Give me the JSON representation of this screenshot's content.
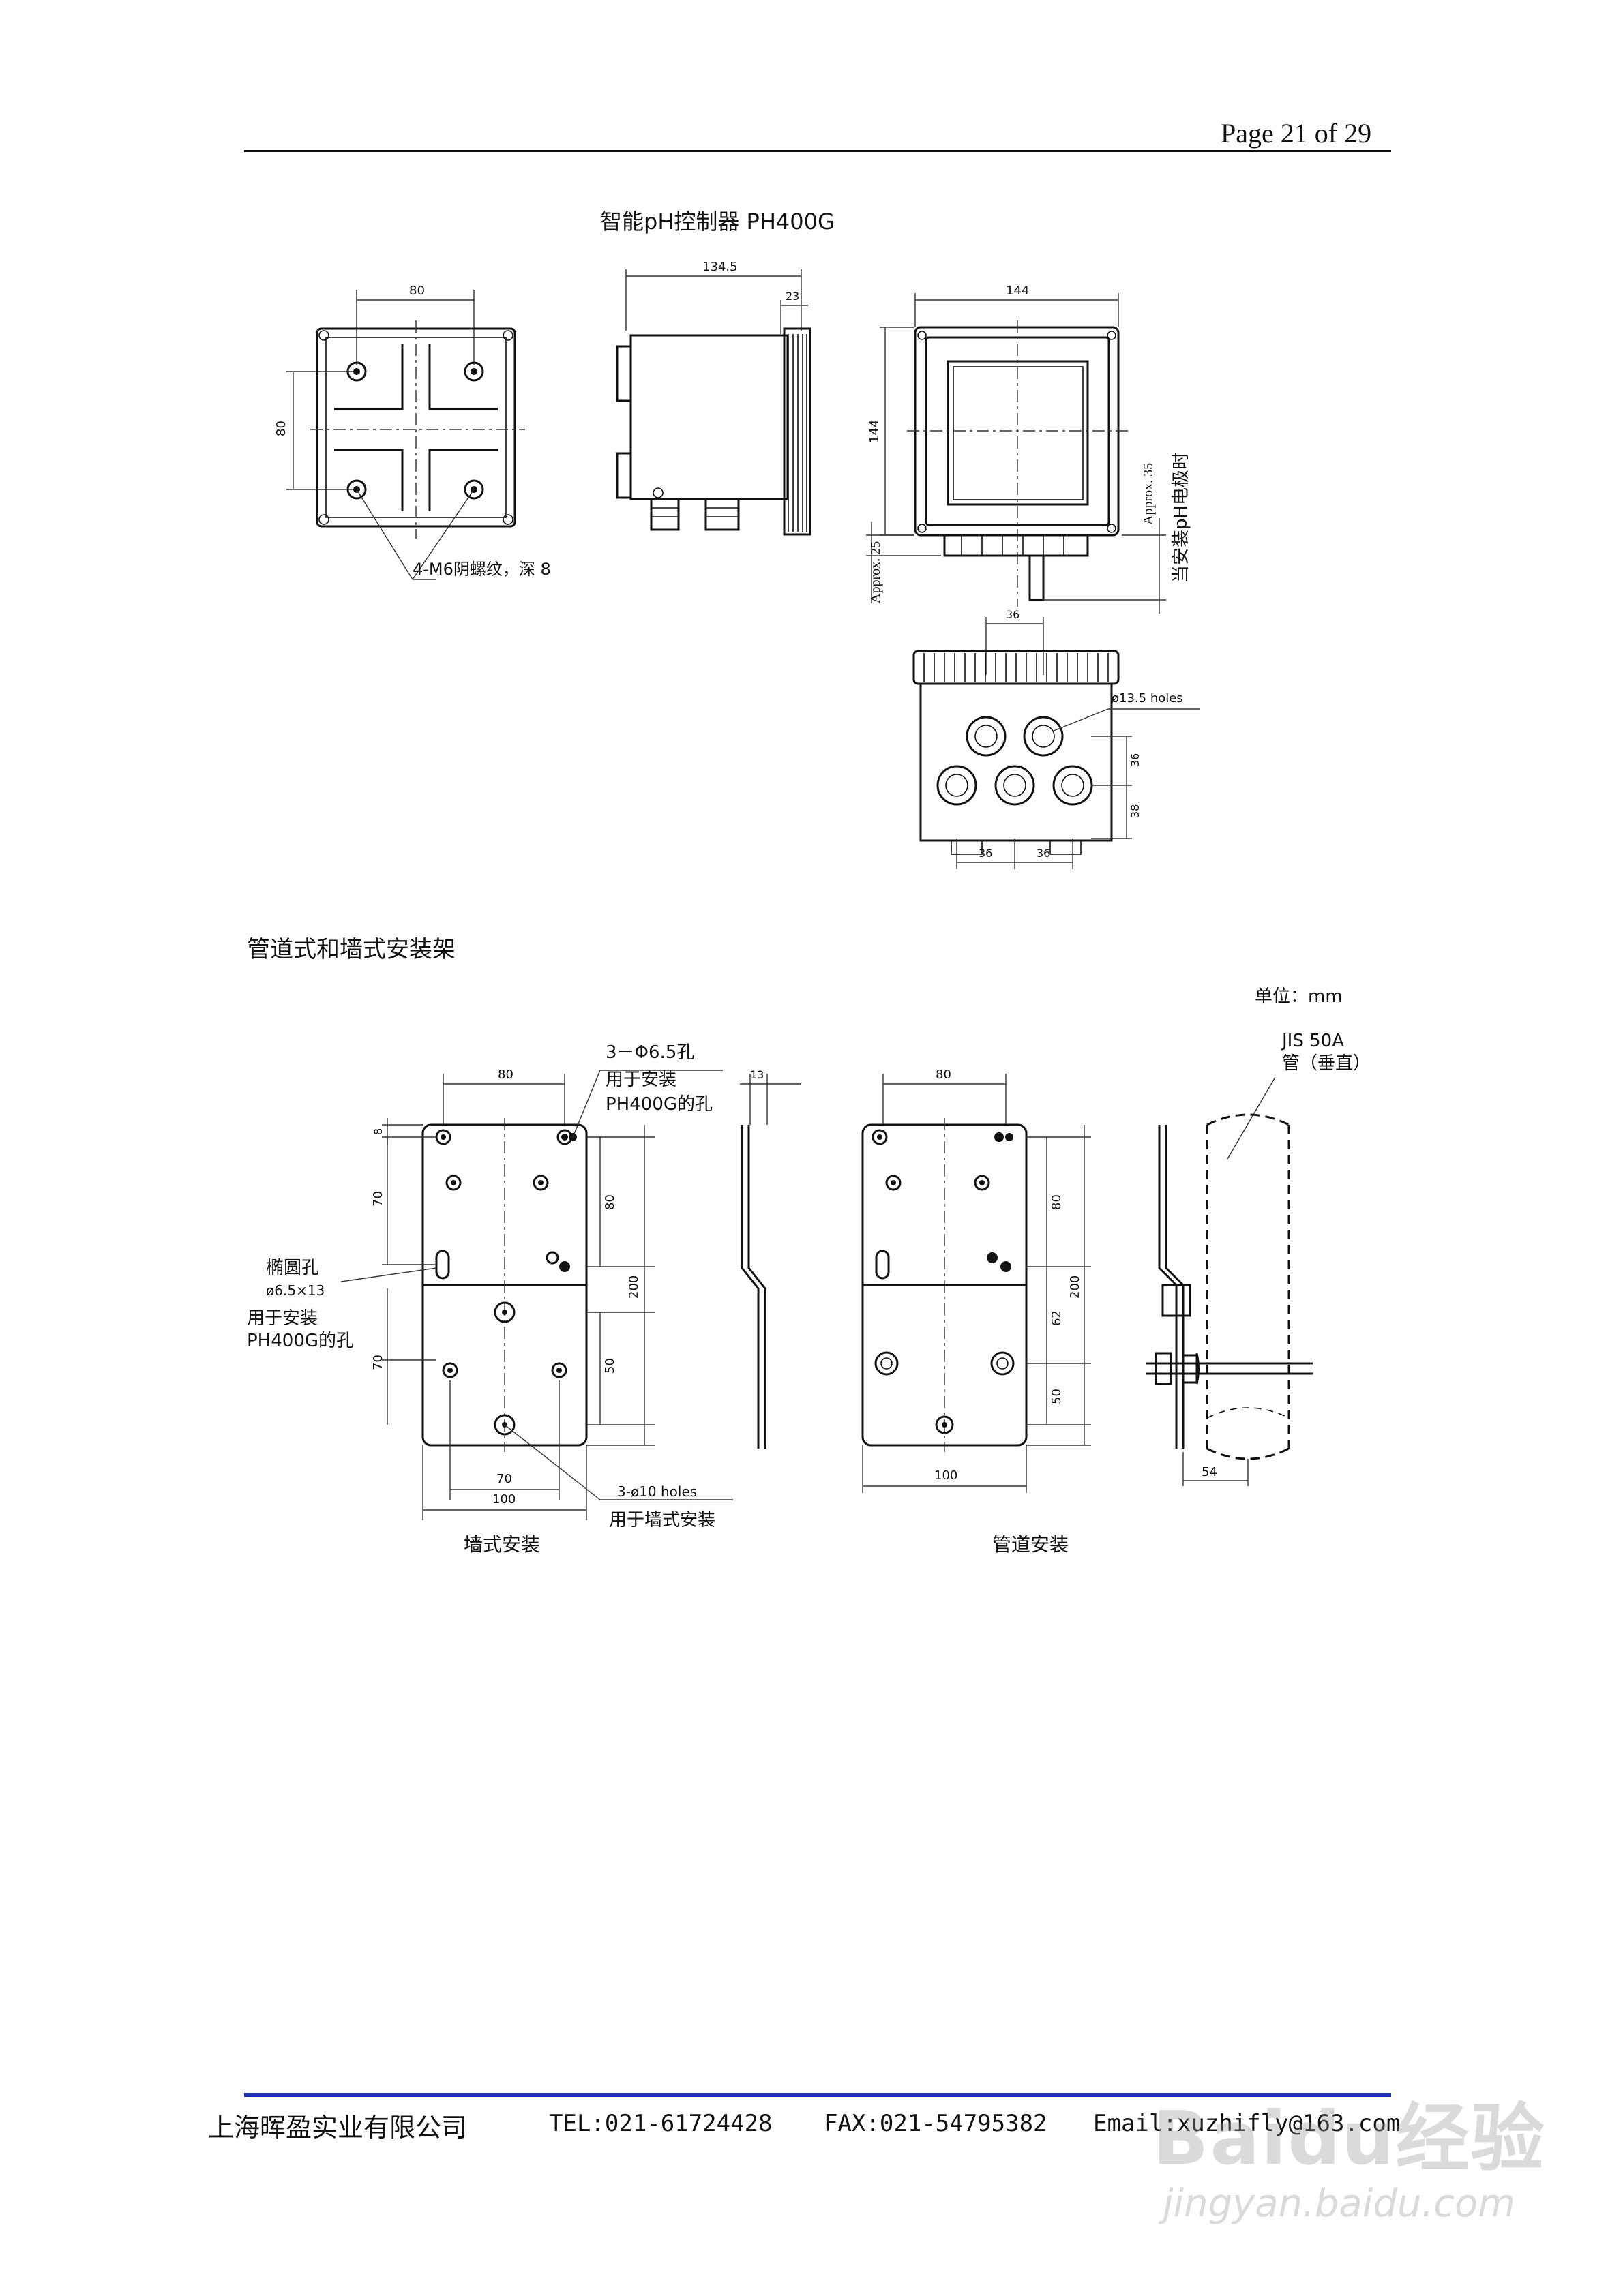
{
  "header": {
    "page_label": "Page 21 of 29"
  },
  "figure1": {
    "title": "智能pH控制器 PH400G",
    "front_dims": {
      "width": "80",
      "height": "80"
    },
    "front_note": "4-M6阴螺纹，深 8",
    "side_dims": {
      "depth": "134.5",
      "bezel": "23"
    },
    "panel_dims": {
      "width": "144",
      "height": "144",
      "approx_left": "Approx. 25",
      "approx_right": "Approx. 35"
    },
    "panel_note": "当安装pH电极时",
    "bottom_dims": {
      "top": "36",
      "holes_label": "ø13.5 holes",
      "right_upper": "36",
      "right_lower": "38",
      "bottom_left": "36",
      "bottom_right": "36"
    }
  },
  "section2": {
    "heading": "管道式和墙式安装架"
  },
  "figure2": {
    "unit": "单位：mm",
    "pipe_note": [
      "JIS 50A",
      "管（垂直）"
    ],
    "wall_label": "墙式安装",
    "pipe_label": "管道安装",
    "holes_note": [
      "3－Φ6.5孔",
      "用于安装",
      "PH400G的孔"
    ],
    "oval_note": [
      "椭圆孔",
      "ø6.5×13",
      "用于安装",
      "PH400G的孔"
    ],
    "wall_holes_note": [
      "3-ø10 holes",
      "用于墙式安装"
    ],
    "wall_dims": {
      "top": "80",
      "thick": "13",
      "edge": "8",
      "left_upper": "70",
      "left_lower": "70",
      "right_upper": "80",
      "right_lower": "50",
      "height": "200",
      "bottom_inner": "70",
      "bottom_outer": "100"
    },
    "pipe_dims": {
      "top": "80",
      "right_upper": "80",
      "right_mid": "62",
      "right_lower": "50",
      "height": "200",
      "bottom": "100",
      "offset": "54"
    }
  },
  "footer": {
    "company": "上海晖盈实业有限公司",
    "tel": "TEL:021-61724428",
    "fax": "FAX:021-54795382",
    "email": "Email:xuzhifly@163.com"
  },
  "watermark": {
    "logo": "Baidu经验",
    "url": "jingyan.baidu.com"
  }
}
